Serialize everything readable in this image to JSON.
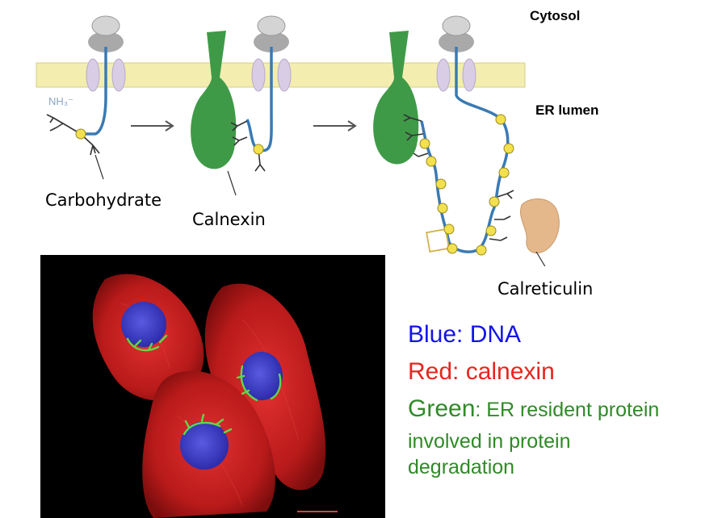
{
  "labels": {
    "cytosol": "Cytosol",
    "er_lumen": "ER lumen",
    "nh3": "NH₃⁻",
    "carbohydrate": "Carbohydrate",
    "calnexin": "Calnexin",
    "calreticulin": "Calreticulin"
  },
  "legend": {
    "blue": "Blue: DNA",
    "red": "Red: calnexin",
    "green_key": "Green",
    "green_rest": ": ER resident protein",
    "green_line2": "involved in protein",
    "green_line3": "degradation"
  },
  "colors": {
    "membrane": "#f3eeb0",
    "channel": "#d9cde6",
    "ribosome": "#b9b9b9",
    "chain": "#3a7ab3",
    "glycan_bead": "#f2e04e",
    "calnexin_green": "#3f9a48",
    "calreticulin_tan": "#e4b88a",
    "legend_blue": "#1313e8",
    "legend_red": "#e5261f",
    "legend_green": "#2f8a27",
    "cell_red": "#c81e1e",
    "nucleus_blue": "#3c3cc8",
    "er_green": "#5fd84a"
  }
}
